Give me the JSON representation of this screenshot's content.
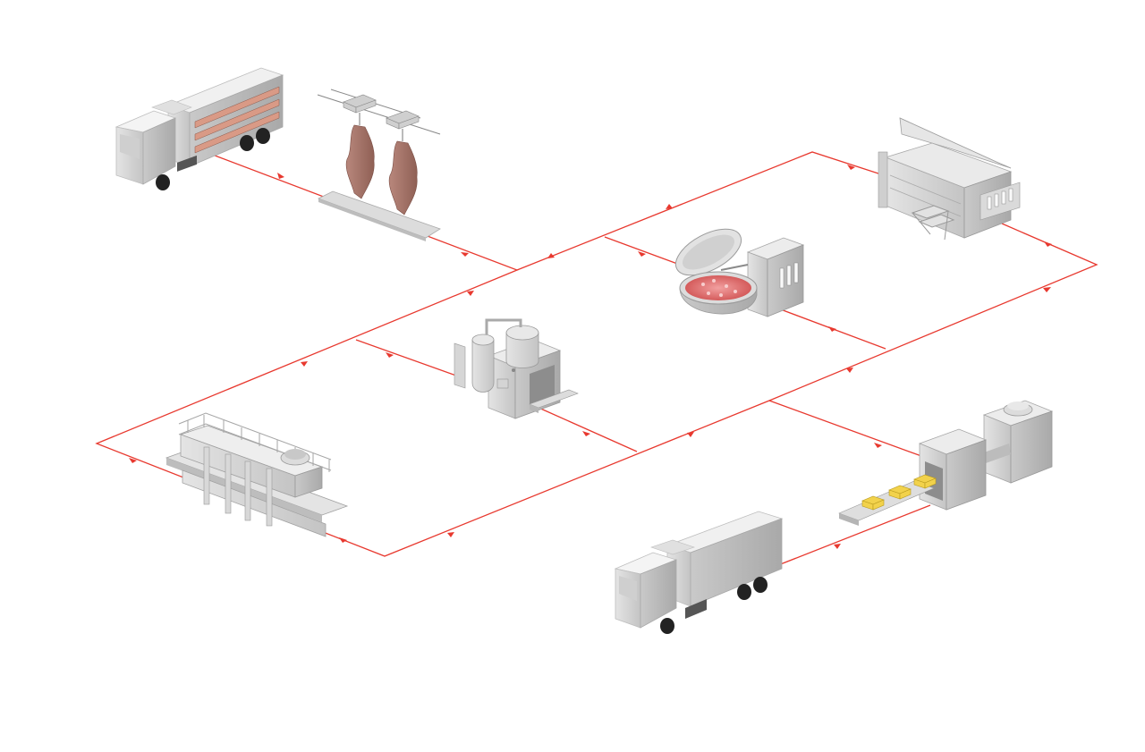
{
  "diagram": {
    "flow_color": "#e8392f",
    "stations": [
      {
        "id": "livestock-truck",
        "icon": "livestock-truck-icon"
      },
      {
        "id": "carcass-hanging-line",
        "icon": "hanging-carcass-icon"
      },
      {
        "id": "vacuum-cooker",
        "icon": "vacuum-cooker-icon"
      },
      {
        "id": "washing-tumbler",
        "icon": "washing-tumbler-icon"
      },
      {
        "id": "cooking-kettle",
        "icon": "cooking-kettle-icon"
      },
      {
        "id": "filling-conveyor",
        "icon": "filling-conveyor-icon"
      },
      {
        "id": "packaging-tunnel",
        "icon": "packaging-tunnel-icon"
      },
      {
        "id": "delivery-truck",
        "icon": "delivery-truck-icon"
      }
    ]
  }
}
